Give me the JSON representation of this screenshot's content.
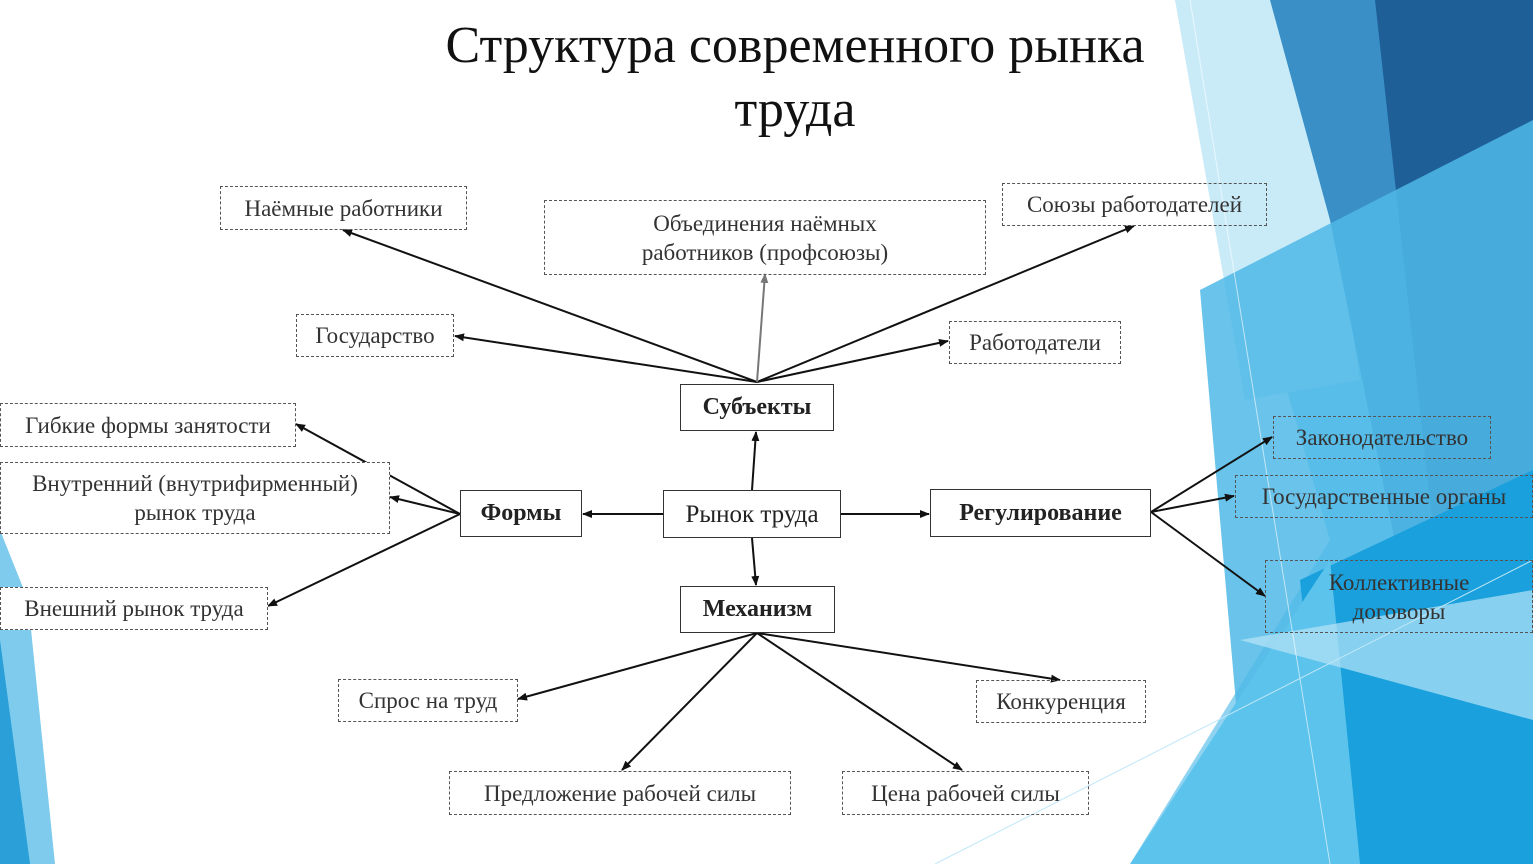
{
  "title": {
    "line1": "Структура современного рынка",
    "line2": "труда"
  },
  "center": "Рынок труда",
  "categories": {
    "subjects": "Субъекты",
    "forms": "Формы",
    "regulation": "Регулирование",
    "mechanism": "Механизм"
  },
  "subjects": {
    "hired_workers": "Наёмные работники",
    "unions_line1": "Объединения наёмных",
    "unions_line2": "работников (профсоюзы)",
    "employer_unions": "Союзы работодателей",
    "state": "Государство",
    "employers": "Работодатели"
  },
  "forms": {
    "flexible": "Гибкие формы занятости",
    "internal_line1": "Внутренний (внутрифирменный)",
    "internal_line2": "рынок труда",
    "external": "Внешний рынок труда"
  },
  "regulation": {
    "legislation": "Законодательство",
    "state_bodies": "Государственные органы",
    "collective_line1": "Коллективные",
    "collective_line2": "договоры"
  },
  "mechanism": {
    "demand": "Спрос на труд",
    "competition": "Конкуренция",
    "supply": "Предложение рабочей силы",
    "price": "Цена рабочей силы"
  }
}
